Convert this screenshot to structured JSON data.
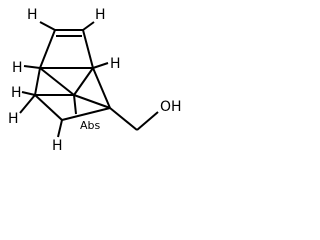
{
  "molecule": {
    "atom_labels": {
      "h_top_left": "H",
      "h_top_right": "H",
      "h_left_mid": "H",
      "h_right_mid": "H",
      "h_bottom_left_upper": "H",
      "h_bottom_left_lower": "H",
      "h_bottom_center": "H",
      "oh_group": "OH",
      "abs_flag": "Abs"
    },
    "colors": {
      "bond": "#000000",
      "text": "#000000",
      "background": "#ffffff"
    }
  }
}
